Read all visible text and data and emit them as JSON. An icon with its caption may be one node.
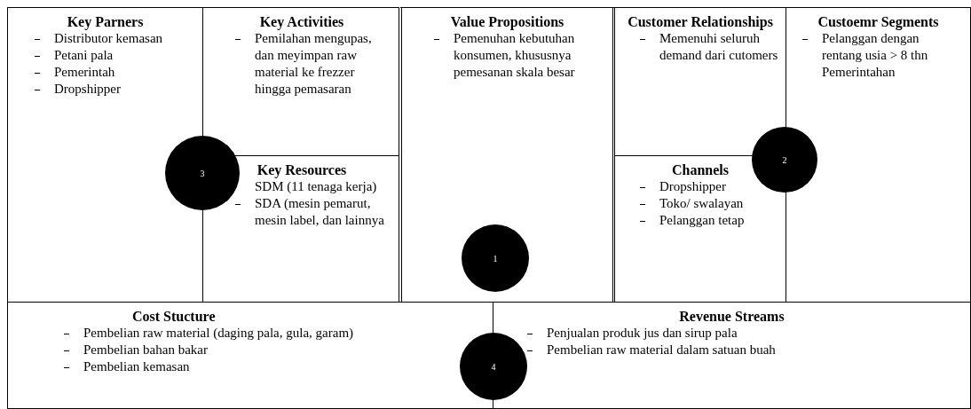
{
  "diagram": {
    "nodes": [
      {
        "text": [
          "Key Parners",
          "Distributor kemasan",
          "Petani pala",
          "Pemerintah",
          "Dropshipper"
        ]
      },
      {
        "text": [
          "Key Activities",
          "Pemilahan mengupas, dan meyimpan raw material ke frezzer hingga pemasaran"
        ]
      },
      {
        "text": [
          "Key Resources",
          "SDM (11 tenaga kerja)",
          "SDA (mesin pemarut, mesin label, dan lainnya"
        ]
      },
      {
        "text": [
          "3"
        ]
      },
      {
        "text": [
          "Value Propositions",
          "Pemenuhan kebutuhan konsumen, khususnya pemesanan skala besar"
        ]
      },
      {
        "text": [
          "1"
        ],
        "in": 4
      },
      {
        "text": [
          "Customer Relationships",
          "Memenuhi seluruh demand dari cutomers"
        ]
      },
      {
        "text": [
          "Channels",
          "Dropshipper",
          "Toko/ swalayan",
          "Pelanggan tetap"
        ]
      },
      {
        "text": [
          "Custoemr Segments",
          "Pelanggan dengan rentang usia > 8 thn",
          "Pemerintahan"
        ]
      },
      {
        "text": [
          "2"
        ]
      },
      {
        "text": [
          "Cost Stucture",
          "Pembelian raw material (daging pala, gula, garam)",
          "Pembelian bahan bakar",
          "Pembelian kemasan"
        ]
      },
      {
        "text": [
          "4"
        ]
      },
      {
        "text": [
          "Revenue Streams",
          "Penjualan produk jus dan sirup pala",
          "Pembelian raw material dalam satuan buah"
        ]
      }
    ]
  }
}
